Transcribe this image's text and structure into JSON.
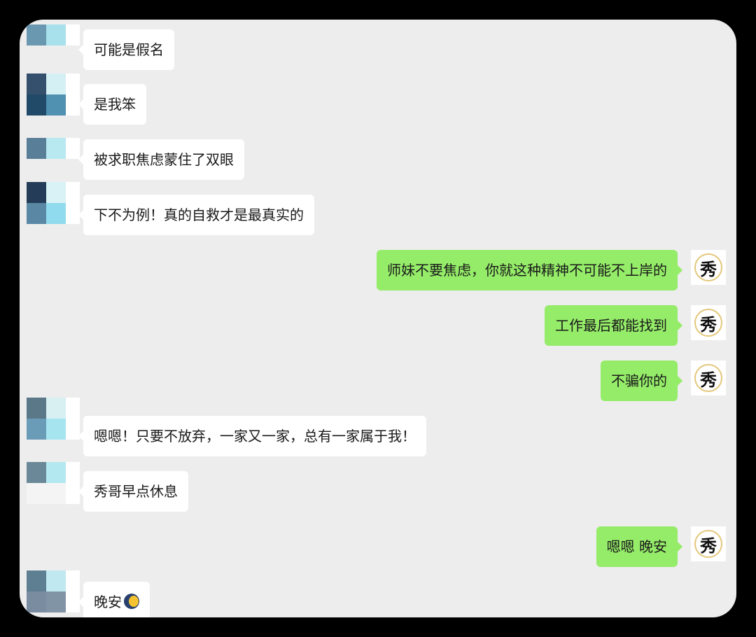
{
  "colors": {
    "incoming_bubble": "#ffffff",
    "outgoing_bubble": "#95ec69",
    "background": "#ededed"
  },
  "self_avatar_glyph": "秀",
  "messages": [
    {
      "side": "left",
      "text": "可能是假名"
    },
    {
      "side": "left",
      "text": "是我笨"
    },
    {
      "side": "left",
      "text": "被求职焦虑蒙住了双眼"
    },
    {
      "side": "left",
      "text": "下不为例！真的自救才是最真实的"
    },
    {
      "side": "right",
      "text": "师妹不要焦虑，你就这种精神不可能不上岸的"
    },
    {
      "side": "right",
      "text": "工作最后都能找到"
    },
    {
      "side": "right",
      "text": "不骗你的"
    },
    {
      "side": "left",
      "text": "嗯嗯！只要不放弃，一家又一家，总有一家属于我！"
    },
    {
      "side": "left",
      "text": "秀哥早点休息"
    },
    {
      "side": "right",
      "text": "嗯嗯 晚安"
    },
    {
      "side": "left",
      "text": "晚安",
      "emoji": "crescent-moon"
    }
  ]
}
